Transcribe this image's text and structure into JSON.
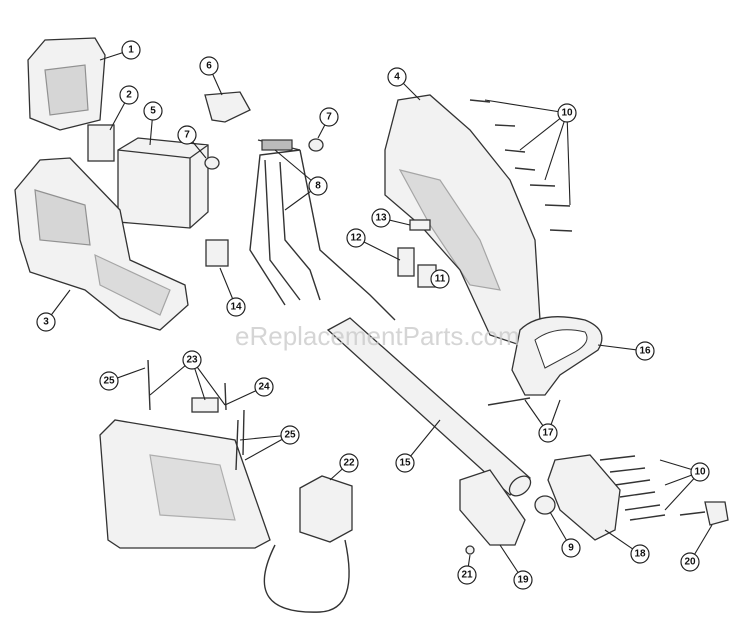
{
  "watermark": "eReplacementParts.com",
  "callouts": [
    "1",
    "2",
    "3",
    "4",
    "5",
    "6",
    "7",
    "7",
    "8",
    "9",
    "10",
    "10",
    "11",
    "12",
    "13",
    "14",
    "15",
    "16",
    "17",
    "18",
    "19",
    "20",
    "21",
    "22",
    "23",
    "24",
    "25",
    "25"
  ]
}
